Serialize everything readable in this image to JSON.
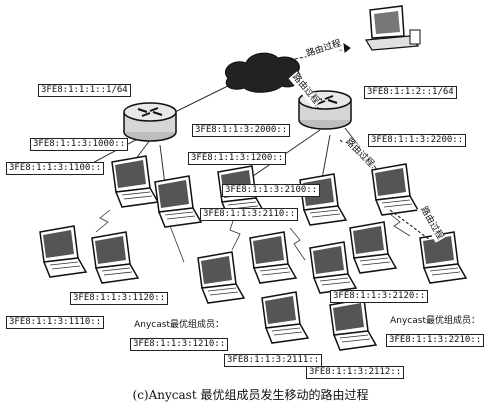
{
  "caption": "(c)Anycast 最优组成员发生移动的路由过程",
  "routing_label": "路由过程",
  "router_left": {
    "prefix": "3FE8:1:1:1::1/64",
    "if1": "3FE8:1:1:3:1000::",
    "if2": "3FE8:1:1:3:1100::",
    "if3": "3FE8:1:1:3:2000::",
    "if4": "3FE8:1:1:3:1200::"
  },
  "router_right": {
    "prefix": "3FE8:1:1:2::1/64",
    "if1": "3FE8:1:1:3:2200::",
    "if2": "3FE8:1:1:3:2100::",
    "if3": "3FE8:1:1:3:2110::"
  },
  "hosts": {
    "h1110": "3FE8:1:1:3:1110::",
    "h1120": "3FE8:1:1:3:1120::",
    "h2120": "3FE8:1:1:3:2120::",
    "h2111": "3FE8:1:1:3:2111::",
    "h2112": "3FE8:1:1:3:2112::"
  },
  "anycast_left": {
    "title": "Anycast最优组成员：",
    "addr": "3FE8:1:1:3:1210::"
  },
  "anycast_right": {
    "title": "Anycast最优组成员：",
    "addr": "3FE8:1:1:3:2210::"
  },
  "icons": [
    "router-icon",
    "cloud-icon",
    "desktop-computer-icon",
    "laptop-icon",
    "wireless-link-icon"
  ]
}
